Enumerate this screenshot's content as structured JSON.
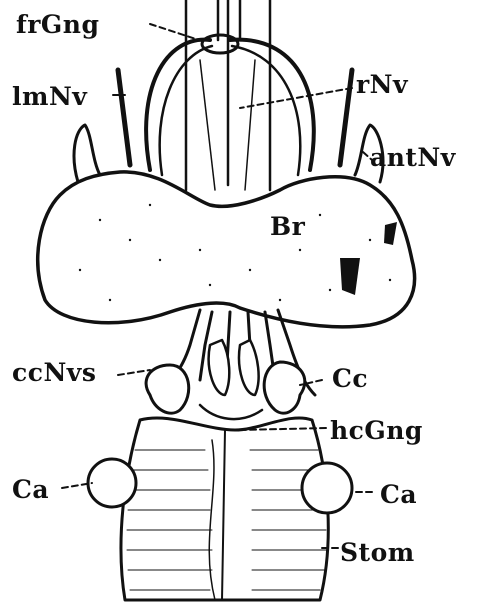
{
  "labels": {
    "frGng": "frGng",
    "lmNv": "lmNv",
    "rNv": "rNv",
    "antNv": "antNv",
    "br": "Br",
    "ccNvs": "ccNvs",
    "cc": "Cc",
    "hcGng": "hcGng",
    "ca_left": "Ca",
    "ca_right": "Ca",
    "stom": "Stom"
  },
  "colors": {
    "ink": "#111111",
    "paper": "#ffffff"
  }
}
